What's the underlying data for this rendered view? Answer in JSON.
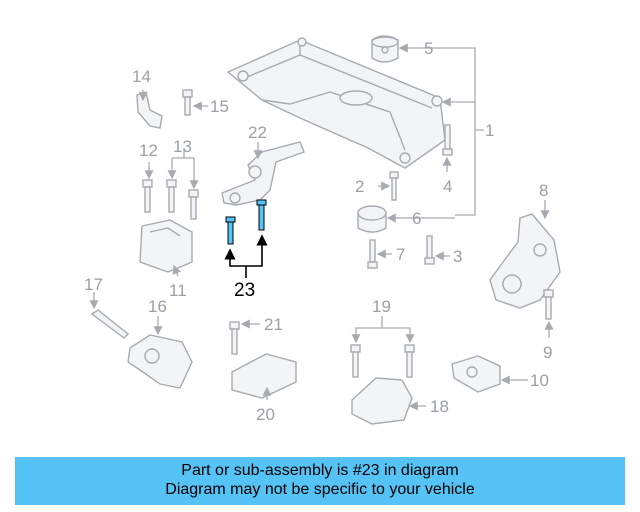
{
  "highlight_color": "#55c3f5",
  "callouts": {
    "c1": "1",
    "c2": "2",
    "c3": "3",
    "c4": "4",
    "c5": "5",
    "c6": "6",
    "c7": "7",
    "c8": "8",
    "c9": "9",
    "c10": "10",
    "c11": "11",
    "c12": "12",
    "c13": "13",
    "c14": "14",
    "c15": "15",
    "c16": "16",
    "c17": "17",
    "c18": "18",
    "c19": "19",
    "c20": "20",
    "c21": "21",
    "c22": "22",
    "c23": "23"
  },
  "banner": {
    "line1": "Part or sub-assembly is #23 in diagram",
    "line2": "Diagram may not be specific to your vehicle"
  }
}
